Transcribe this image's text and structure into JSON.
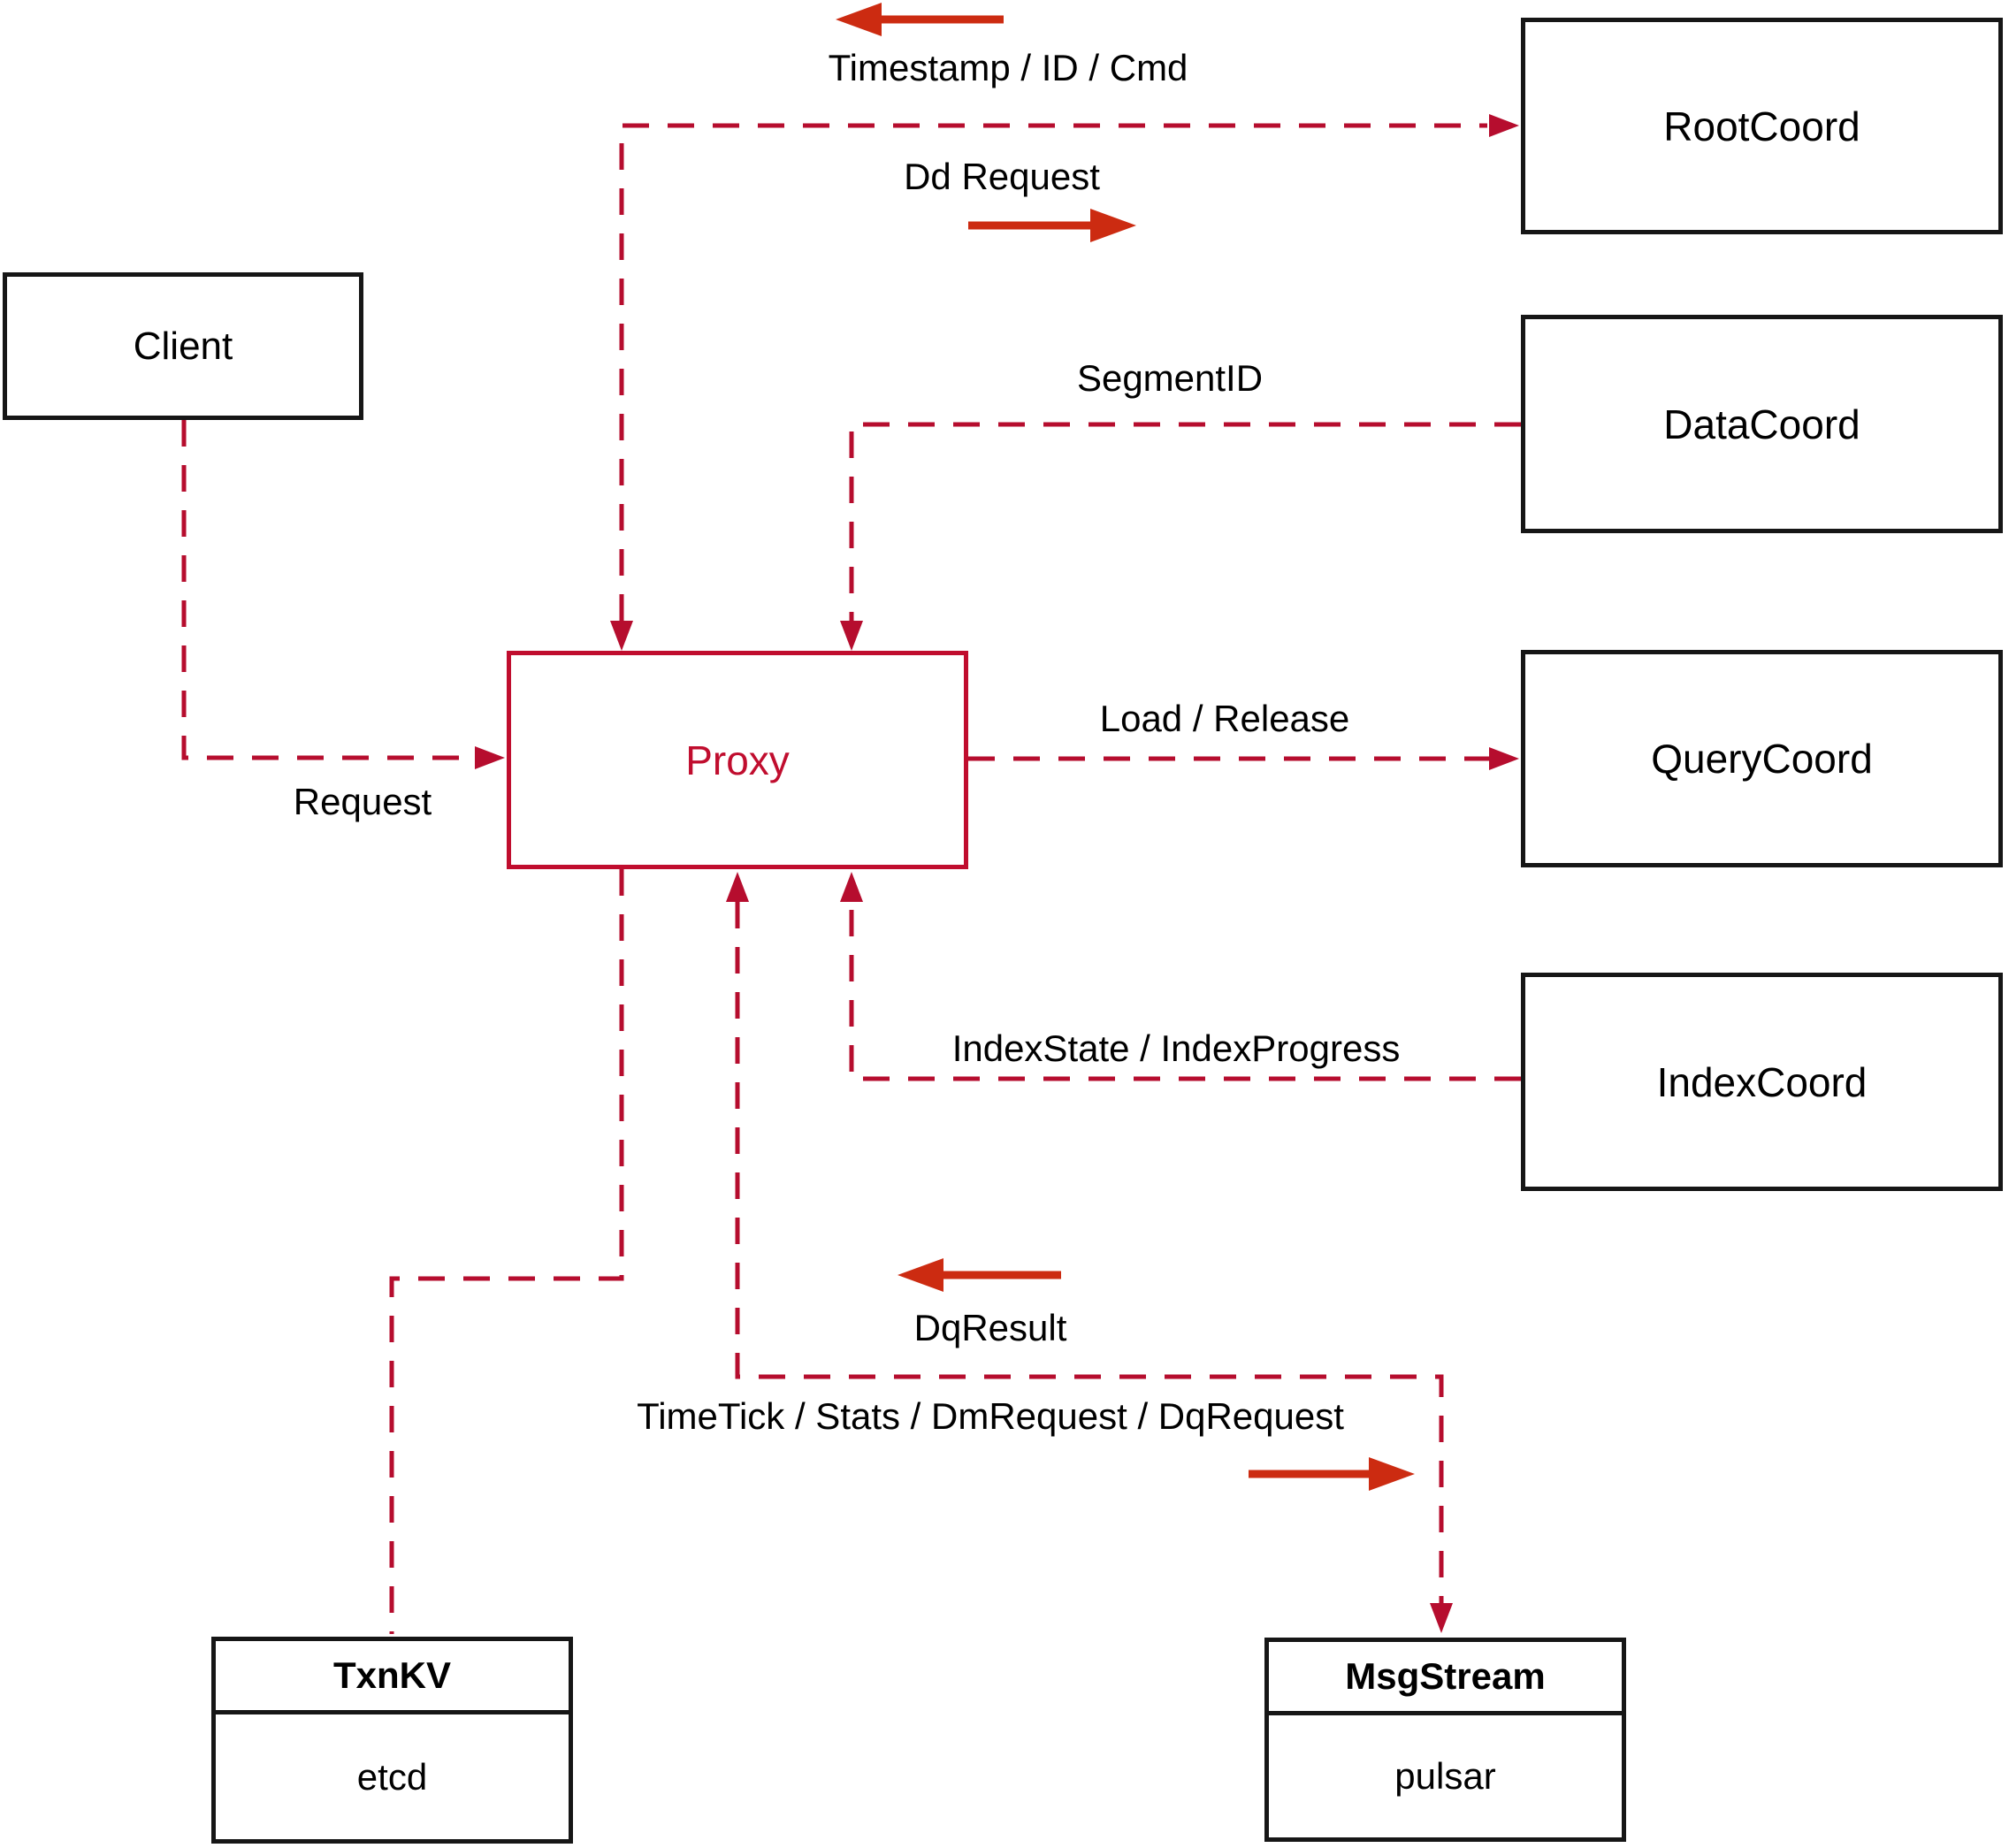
{
  "nodes": {
    "client": {
      "label": "Client"
    },
    "proxy": {
      "label": "Proxy"
    },
    "root_coord": {
      "label": "RootCoord"
    },
    "data_coord": {
      "label": "DataCoord"
    },
    "query_coord": {
      "label": "QueryCoord"
    },
    "index_coord": {
      "label": "IndexCoord"
    },
    "txn_kv": {
      "title": "TxnKV",
      "impl": "etcd"
    },
    "msg_stream": {
      "title": "MsgStream",
      "impl": "pulsar"
    }
  },
  "edge_labels": {
    "timestamp": "Timestamp / ID / Cmd",
    "dd_request": "Dd Request",
    "segment_id": "SegmentID",
    "request": "Request",
    "load_release": "Load / Release",
    "index_state": "IndexState / IndexProgress",
    "dq_result": "DqResult",
    "time_tick": "TimeTick / Stats / DmRequest / DqRequest"
  },
  "colors": {
    "dashed_line": "#b60d2e",
    "solid_arrow": "#cc2b11",
    "proxy_accent": "#c00d2e",
    "box_border": "#161616",
    "text": "#000000",
    "background": "#ffffff"
  }
}
